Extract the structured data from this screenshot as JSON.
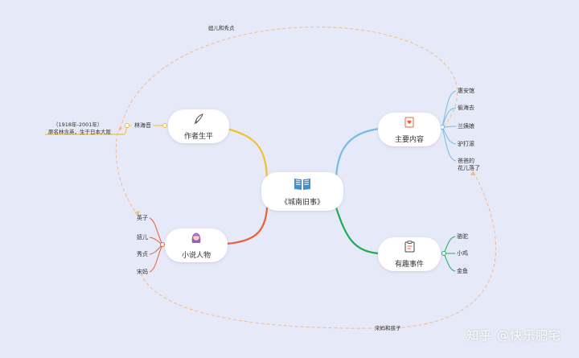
{
  "center": {
    "label": "《城南旧事》",
    "icon": "book-icon"
  },
  "branches": {
    "author": {
      "label": "作者生平",
      "icon": "quill-pen-icon",
      "color": "#f2c12e"
    },
    "content": {
      "label": "主要内容",
      "icon": "heart-document-icon",
      "color": "#76bce0"
    },
    "characters": {
      "label": "小说人物",
      "icon": "girl-avatar-icon",
      "color": "#e8603c"
    },
    "events": {
      "label": "有趣事件",
      "icon": "clipboard-icon",
      "color": "#1eae58"
    }
  },
  "author_leaf": {
    "label": "林海音"
  },
  "author_note": {
    "line1": "（1918年-2001年）",
    "line2": "原名林含英，生于日本大阪"
  },
  "content_leaves": [
    "惠安馆",
    "偷海去",
    "兰姨娘",
    "驴打滚",
    "爸爸的",
    "花儿落了"
  ],
  "character_leaves": [
    "英子",
    "妞儿",
    "秀贞",
    "宋妈"
  ],
  "event_leaves": [
    "骆驼",
    "小鸡",
    "金鱼"
  ],
  "links": {
    "top": "妞儿和秀贞",
    "bottom": "宋妈和孩子"
  },
  "watermark": "知乎 @快乐肥宅"
}
